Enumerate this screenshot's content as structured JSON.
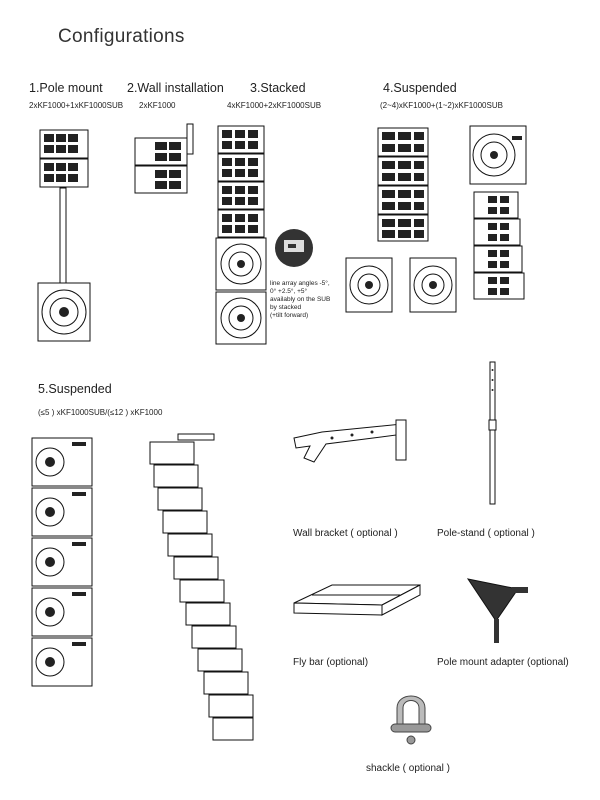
{
  "page": {
    "title": "Configurations"
  },
  "sections": [
    {
      "heading": "1.Pole mount",
      "config": "2xKF1000+1xKF1000SUB"
    },
    {
      "heading": "2.Wall installation",
      "config": "2xKF1000"
    },
    {
      "heading": "3.Stacked",
      "config": "4xKF1000+2xKF1000SUB"
    },
    {
      "heading": "4.Suspended",
      "config": "(2~4)xKF1000+(1~2)xKF1000SUB"
    },
    {
      "heading": "5.Suspended",
      "config": "(≤5 ) xKF1000SUB/(≤12 ) xKF1000"
    }
  ],
  "stacked_note": [
    "line array angles -5°,",
    "0°  +2.5°,  +5°",
    "availably on the SUB",
    " by stacked",
    "(+tilt forward)"
  ],
  "accessories": [
    {
      "label": "Wall bracket ( optional )",
      "icon": "wall-bracket-icon"
    },
    {
      "label": "Pole-stand ( optional )",
      "icon": "pole-stand-icon"
    },
    {
      "label": "Fly bar (optional)",
      "icon": "fly-bar-icon"
    },
    {
      "label": "Pole mount adapter (optional)",
      "icon": "pole-mount-adapter-icon"
    },
    {
      "label": "shackle ( optional )",
      "icon": "shackle-icon"
    }
  ]
}
